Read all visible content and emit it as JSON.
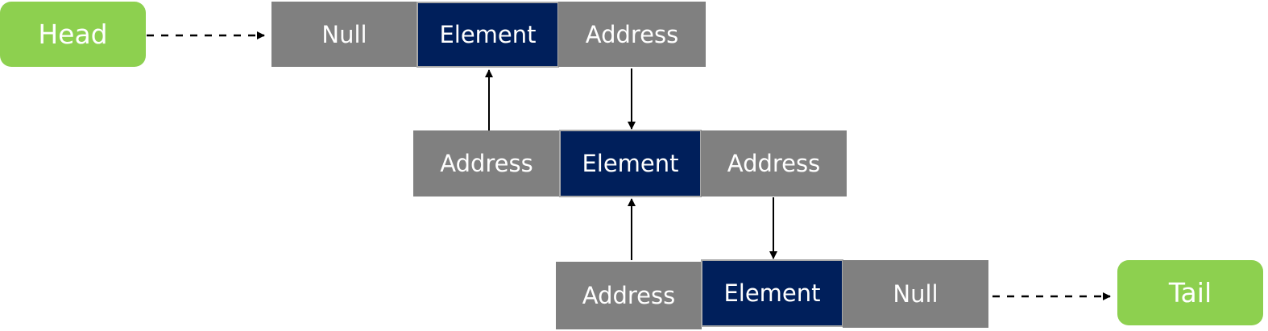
{
  "head": {
    "label": "Head"
  },
  "tail": {
    "label": "Tail"
  },
  "nodes": [
    {
      "prev": "Null",
      "element": "Element",
      "next": "Address"
    },
    {
      "prev": "Address",
      "element": "Element",
      "next": "Address"
    },
    {
      "prev": "Address",
      "element": "Element",
      "next": "Null"
    }
  ],
  "colors": {
    "pointer_cell": "#808080",
    "element_cell": "#001f5b",
    "terminal": "#8dd04f",
    "arrow": "#000000",
    "text": "#ffffff"
  }
}
